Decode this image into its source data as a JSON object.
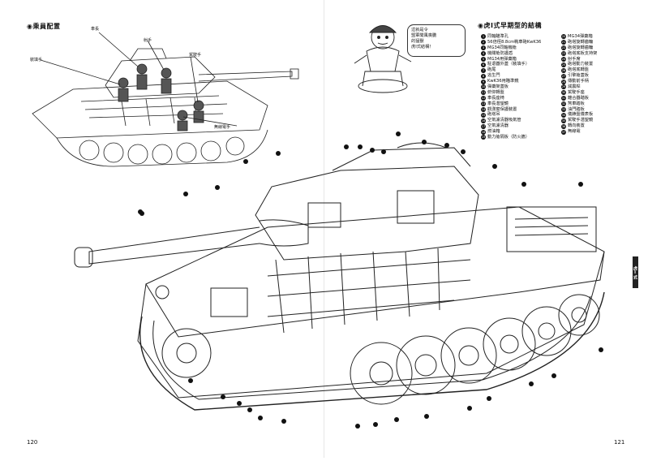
{
  "left_page": {
    "crew_title": "◉乘員配置",
    "crew_labels": {
      "commander": "車長",
      "gunner": "射手",
      "loader": "裝填手",
      "driver": "駕駛手",
      "radio_operator": "無線電手"
    },
    "page_number": "120"
  },
  "right_page": {
    "structure_title": "◉虎Ⅰ式早期型的結構",
    "bubble_lines": [
      "這就是令",
      "盟軍聞風喪膽",
      "的猛獸",
      "虎Ⅰ式結構！"
    ],
    "parts_left": [
      {
        "n": "1",
        "label": "同軸瞄準孔"
      },
      {
        "n": "2",
        "label": "56倍徑8.8cm戰車砲KwK36"
      },
      {
        "n": "3",
        "label": "MG34同軸機槍"
      },
      {
        "n": "4",
        "label": "機關槍防護盾"
      },
      {
        "n": "5",
        "label": "MG34用彈藥箱"
      },
      {
        "n": "6",
        "label": "駐退器外蓋（裝填手）"
      },
      {
        "n": "7",
        "label": "砲尾"
      },
      {
        "n": "8",
        "label": "逃生門"
      },
      {
        "n": "9",
        "label": "KwK36用瞄準鏡"
      },
      {
        "n": "10",
        "label": "彈藥架蓋板"
      },
      {
        "n": "11",
        "label": "俯仰轉盤"
      },
      {
        "n": "12",
        "label": "車長座椅"
      },
      {
        "n": "13",
        "label": "車長潛望鏡"
      },
      {
        "n": "14",
        "label": "觀測窗保護裝置"
      },
      {
        "n": "15",
        "label": "砲塔吊"
      },
      {
        "n": "16",
        "label": "空氣濾清器吸氣管"
      },
      {
        "n": "17",
        "label": "空氣濾清器"
      },
      {
        "n": "18",
        "label": "燃油箱"
      },
      {
        "n": "19",
        "label": "動力艙隔板（防火牆）"
      }
    ],
    "parts_right": [
      {
        "n": "20",
        "label": "MG34彈藥箱"
      },
      {
        "n": "21",
        "label": "砲塔旋轉齒輪"
      },
      {
        "n": "22",
        "label": "砲塔旋轉齒輪"
      },
      {
        "n": "23",
        "label": "砲塔底板支持架"
      },
      {
        "n": "24",
        "label": "射手席"
      },
      {
        "n": "25",
        "label": "砲塔動力裝置"
      },
      {
        "n": "26",
        "label": "砲塔底轉盤"
      },
      {
        "n": "27",
        "label": "引擎艙蓋板"
      },
      {
        "n": "28",
        "label": "傳動前手柄"
      },
      {
        "n": "29",
        "label": "減震桿"
      },
      {
        "n": "30",
        "label": "駕駛手座"
      },
      {
        "n": "31",
        "label": "離合器踏板"
      },
      {
        "n": "32",
        "label": "煞車踏板"
      },
      {
        "n": "33",
        "label": "油門踏板"
      },
      {
        "n": "34",
        "label": "儀錶盤儀表板"
      },
      {
        "n": "35",
        "label": "駕駛手潛望鏡"
      },
      {
        "n": "36",
        "label": "轉向裝置"
      },
      {
        "n": "37",
        "label": "無線電"
      }
    ],
    "page_number": "121"
  },
  "side_tabs": [
    "",
    "",
    "",
    "",
    "",
    "",
    "",
    "虎Ⅰ式",
    "",
    "",
    "",
    "",
    ""
  ],
  "active_tab_index": 7,
  "colors": {
    "ink": "#111111",
    "tab_inactive": "#d9d9d9",
    "tab_active": "#222222"
  }
}
